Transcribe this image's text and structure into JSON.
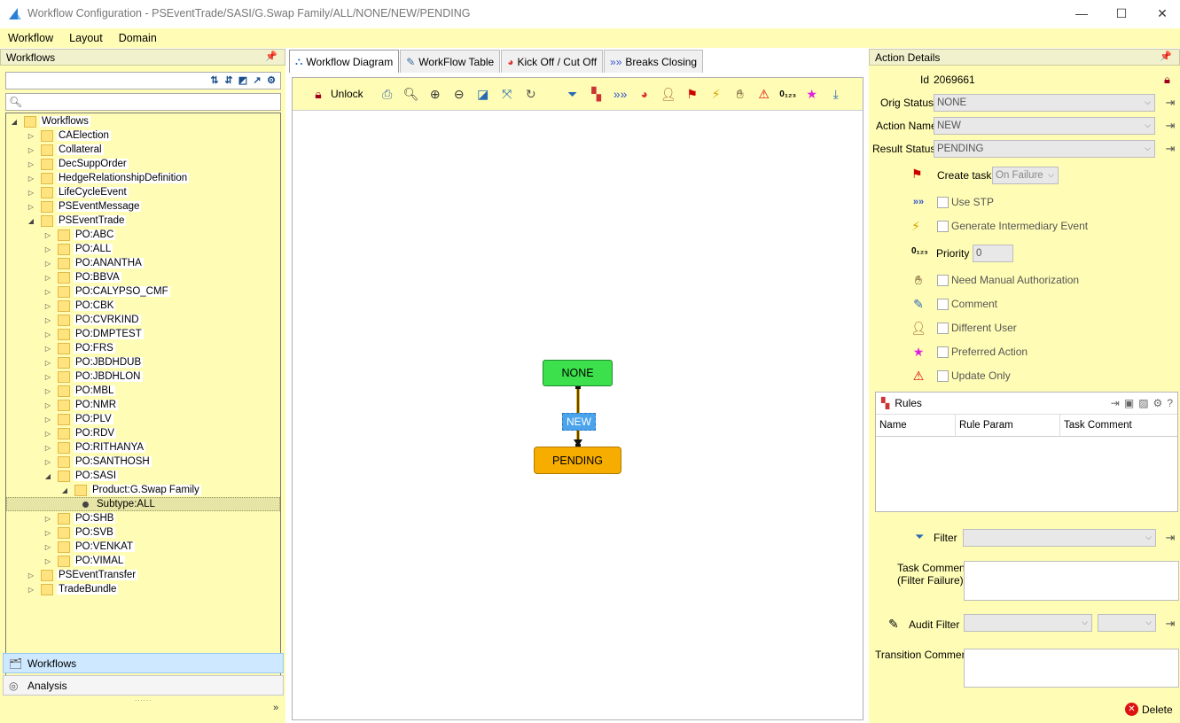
{
  "window": {
    "title": "Workflow Configuration - PSEventTrade/SASI/G.Swap Family/ALL/NONE/NEW/PENDING"
  },
  "menu": [
    "Workflow",
    "Layout",
    "Domain"
  ],
  "left": {
    "header": "Workflows",
    "tree": [
      {
        "label": "Workflows",
        "level": 0,
        "expanded": true
      },
      {
        "label": "CAElection",
        "level": 1
      },
      {
        "label": "Collateral",
        "level": 1
      },
      {
        "label": "DecSuppOrder",
        "level": 1
      },
      {
        "label": "HedgeRelationshipDefinition",
        "level": 1
      },
      {
        "label": "LifeCycleEvent",
        "level": 1
      },
      {
        "label": "PSEventMessage",
        "level": 1
      },
      {
        "label": "PSEventTrade",
        "level": 1,
        "expanded": true
      },
      {
        "label": "PO:ABC",
        "level": 2
      },
      {
        "label": "PO:ALL",
        "level": 2
      },
      {
        "label": "PO:ANANTHA",
        "level": 2
      },
      {
        "label": "PO:BBVA",
        "level": 2
      },
      {
        "label": "PO:CALYPSO_CMF",
        "level": 2
      },
      {
        "label": "PO:CBK",
        "level": 2
      },
      {
        "label": "PO:CVRKIND",
        "level": 2
      },
      {
        "label": "PO:DMPTEST",
        "level": 2
      },
      {
        "label": "PO:FRS",
        "level": 2
      },
      {
        "label": "PO:JBDHDUB",
        "level": 2
      },
      {
        "label": "PO:JBDHLON",
        "level": 2
      },
      {
        "label": "PO:MBL",
        "level": 2
      },
      {
        "label": "PO:NMR",
        "level": 2
      },
      {
        "label": "PO:PLV",
        "level": 2
      },
      {
        "label": "PO:RDV",
        "level": 2
      },
      {
        "label": "PO:RITHANYA",
        "level": 2
      },
      {
        "label": "PO:SANTHOSH",
        "level": 2
      },
      {
        "label": "PO:SASI",
        "level": 2,
        "expanded": true
      },
      {
        "label": "Product:G.Swap Family",
        "level": 3,
        "expanded": true
      },
      {
        "label": "Subtype:ALL",
        "level": 4,
        "leaf": true,
        "selected": true
      },
      {
        "label": "PO:SHB",
        "level": 2
      },
      {
        "label": "PO:SVB",
        "level": 2
      },
      {
        "label": "PO:VENKAT",
        "level": 2
      },
      {
        "label": "PO:VIMAL",
        "level": 2
      },
      {
        "label": "PSEventTransfer",
        "level": 1
      },
      {
        "label": "TradeBundle",
        "level": 1
      }
    ],
    "nav": {
      "workflows": "Workflows",
      "analysis": "Analysis"
    }
  },
  "center": {
    "tabs": [
      "Workflow Diagram",
      "WorkFlow Table",
      "Kick Off / Cut Off",
      "Breaks Closing"
    ],
    "unlock_label": "Unlock",
    "nodes": {
      "none": "NONE",
      "edge": "NEW",
      "pending": "PENDING"
    }
  },
  "right": {
    "header": "Action Details",
    "id_label": "Id",
    "id_value": "2069661",
    "orig_status_label": "Orig Status",
    "orig_status_value": "NONE",
    "action_name_label": "Action Name",
    "action_name_value": "NEW",
    "result_status_label": "Result Status",
    "result_status_value": "PENDING",
    "create_task_label": "Create task",
    "create_task_value": "On Failure",
    "use_stp": "Use STP",
    "gen_event": "Generate Intermediary Event",
    "priority_label": "Priority",
    "priority_value": "0",
    "manual_auth": "Need Manual Authorization",
    "comment": "Comment",
    "different_user": "Different User",
    "preferred_action": "Preferred Action",
    "update_only": "Update Only",
    "rules_title": "Rules",
    "rules_columns": [
      "Name",
      "Rule Param",
      "Task Comment"
    ],
    "filter_label": "Filter",
    "task_comment_label_1": "Task Comment",
    "task_comment_label_2": "(Filter Failure)",
    "audit_filter_label": "Audit Filter",
    "transition_comment_label": "Transition Comment",
    "delete_label": "Delete"
  }
}
